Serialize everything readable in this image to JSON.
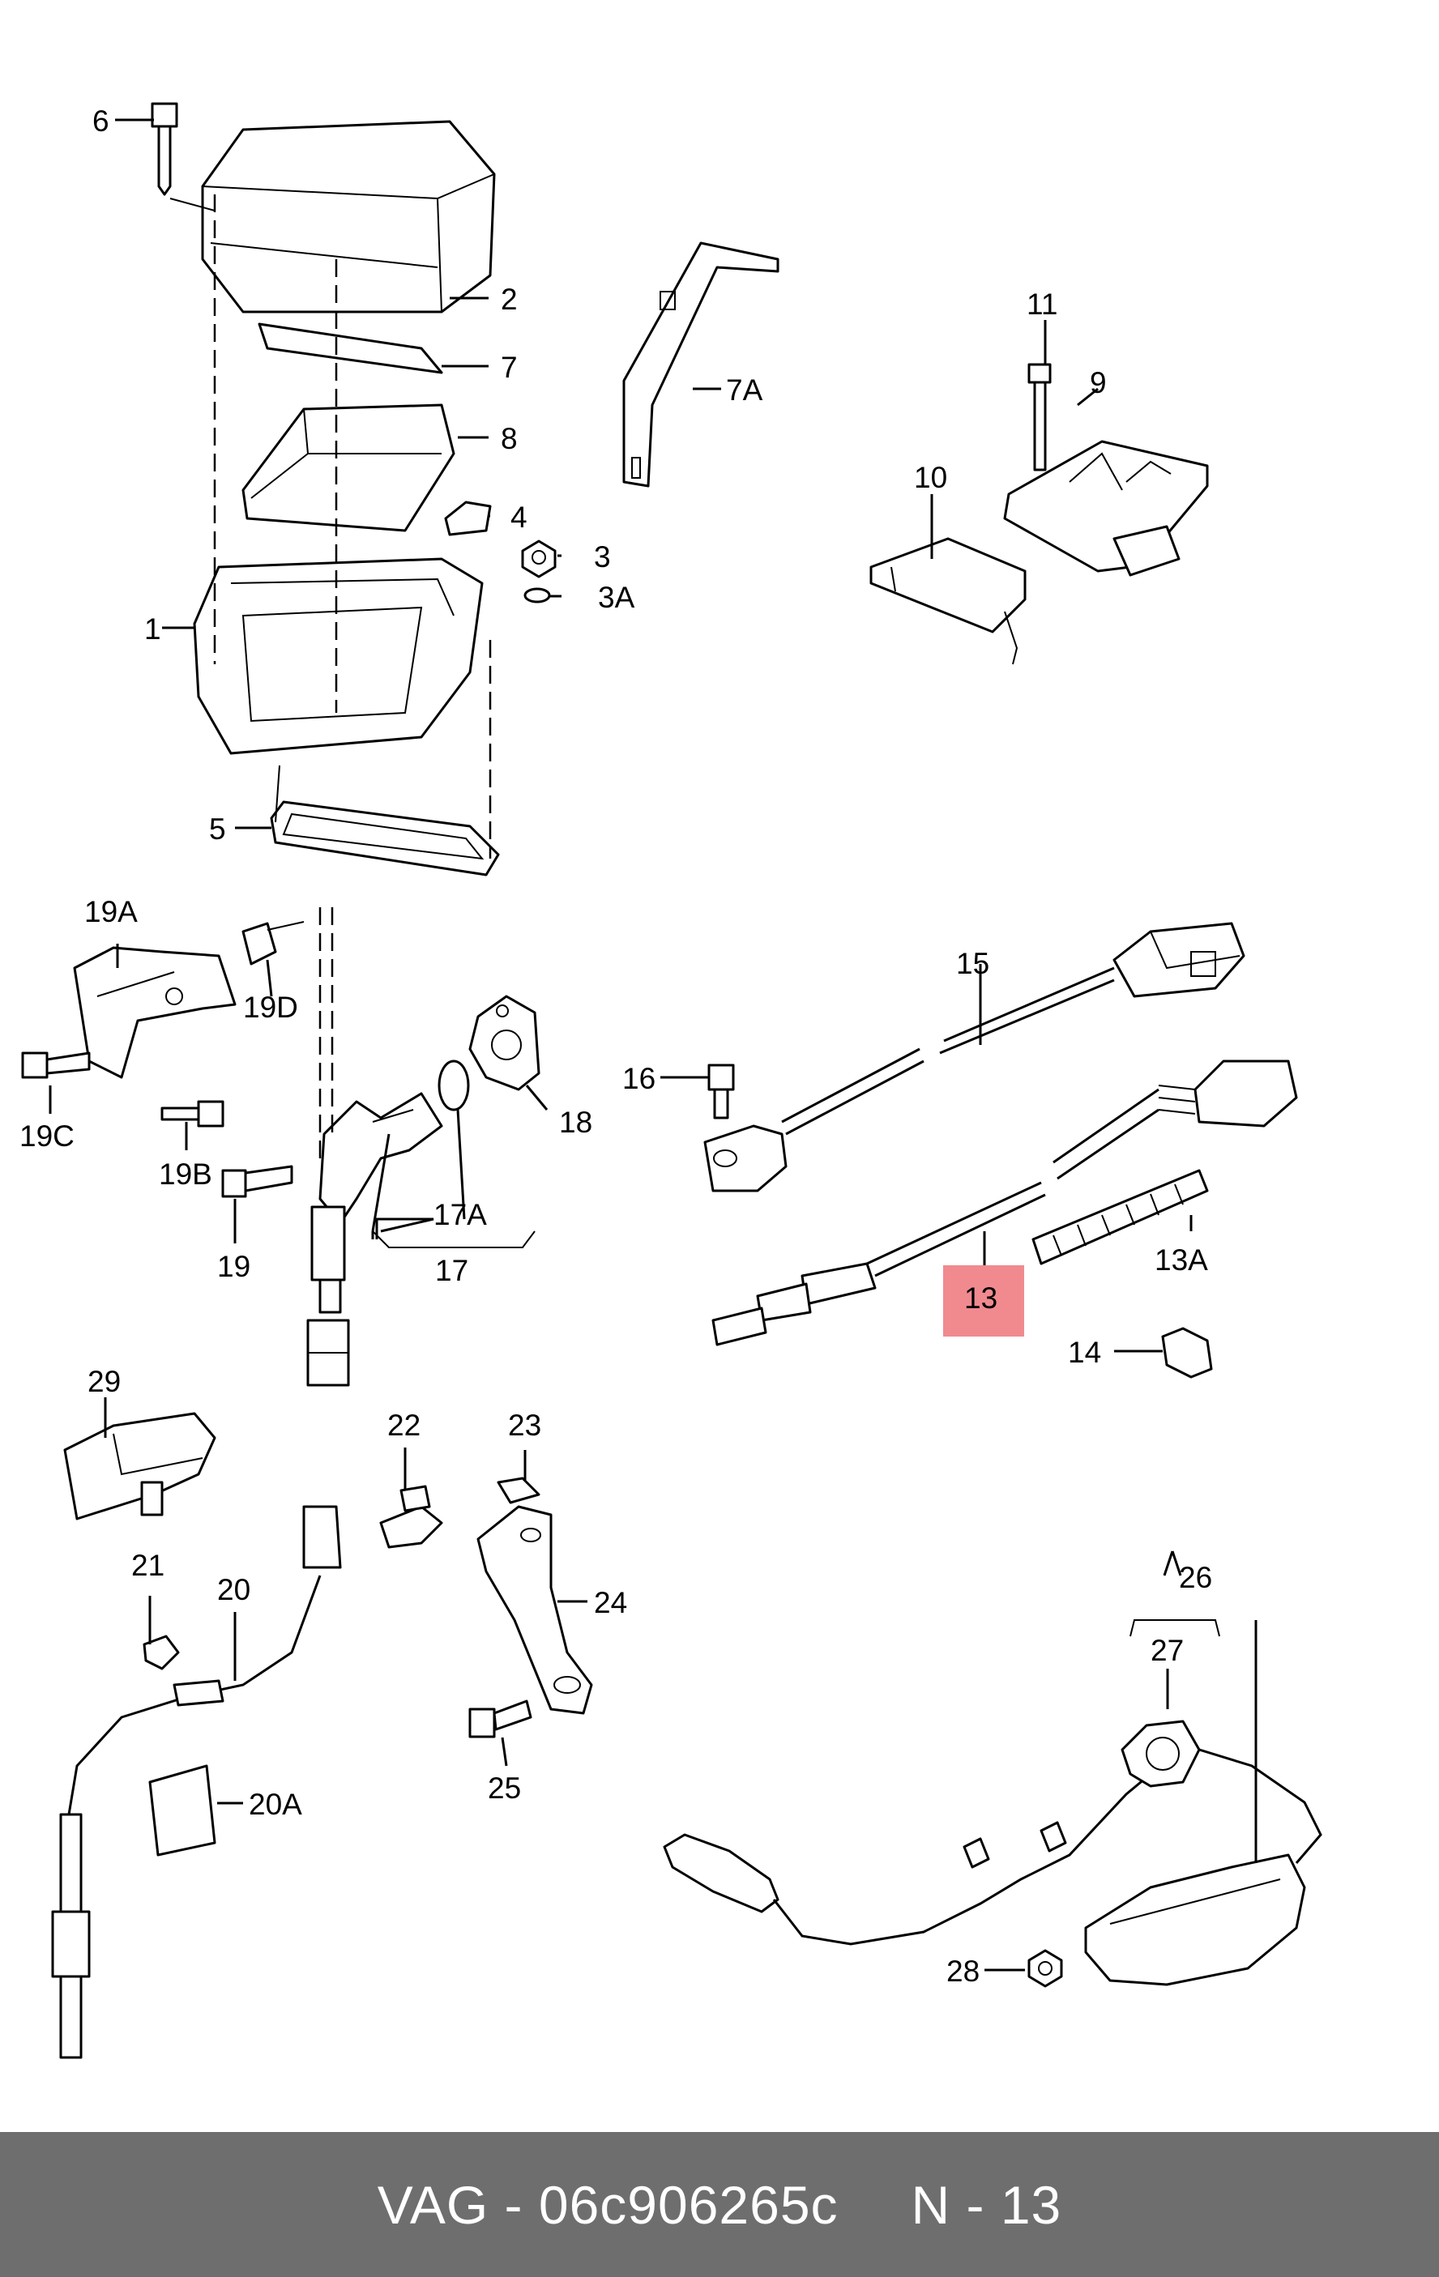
{
  "diagram": {
    "labels": {
      "p1": "1",
      "p2": "2",
      "p3": "3",
      "p3a": "3A",
      "p4": "4",
      "p5": "5",
      "p6": "6",
      "p7": "7",
      "p7a": "7A",
      "p8": "8",
      "p9": "9",
      "p10": "10",
      "p11": "11",
      "p13": "13",
      "p13a": "13A",
      "p14": "14",
      "p15": "15",
      "p16": "16",
      "p17": "17",
      "p17a": "17A",
      "p18": "18",
      "p19": "19",
      "p19a": "19A",
      "p19b": "19B",
      "p19c": "19C",
      "p19d": "19D",
      "p20": "20",
      "p20a": "20A",
      "p21": "21",
      "p22": "22",
      "p23": "23",
      "p24": "24",
      "p25": "25",
      "p26": "26",
      "p27": "27",
      "p28": "28",
      "p29": "29"
    },
    "highlight_color": "#f08a8f"
  },
  "footer": {
    "brand": "VAG",
    "separator": "-",
    "part_number": "06c906265c",
    "position": "N - 13"
  },
  "colors": {
    "footer_bg": "#6e6e6e",
    "footer_text": "#ffffff"
  }
}
